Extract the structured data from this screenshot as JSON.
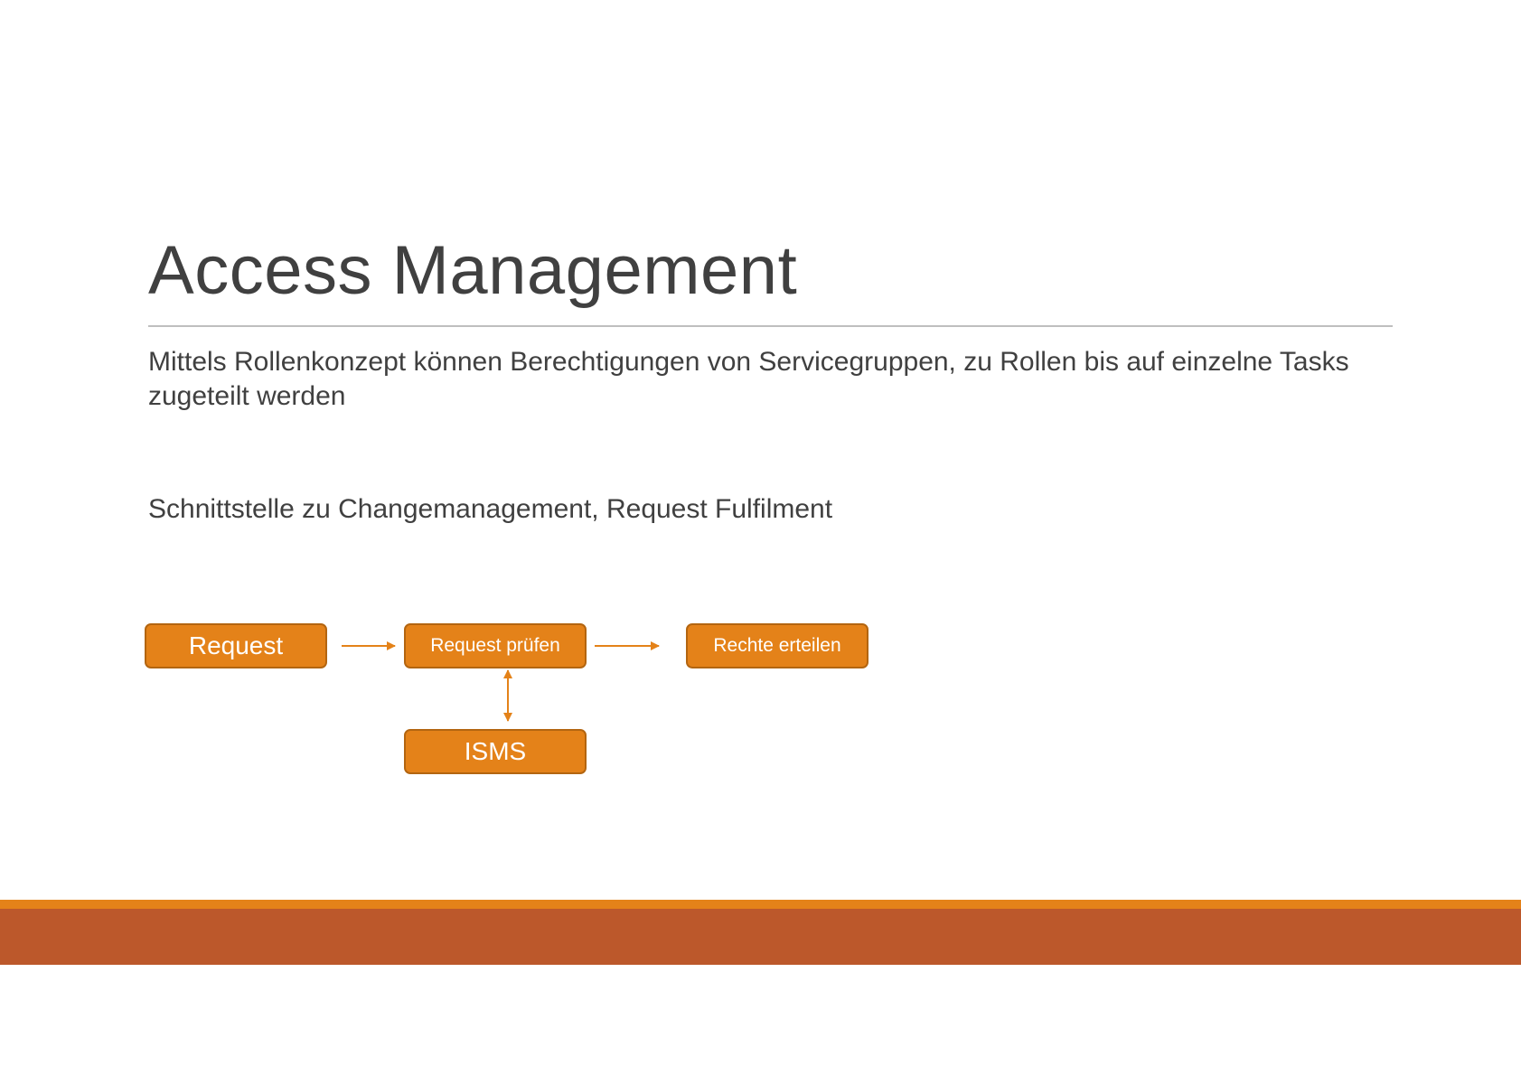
{
  "slide": {
    "title": "Access Management",
    "paragraphs": [
      "Mittels Rollenkonzept können Berechtigungen von Servicegruppen, zu Rollen bis auf einzelne Tasks zugeteilt werden",
      "Schnittstelle zu Changemanagement, Request Fulfilment"
    ]
  },
  "diagram": {
    "nodes": {
      "request": "Request",
      "request_pruefen": "Request prüfen",
      "rechte_erteilen": "Rechte erteilen",
      "isms": "ISMS"
    },
    "edges": [
      {
        "from": "request",
        "to": "request_pruefen",
        "direction": "forward"
      },
      {
        "from": "request_pruefen",
        "to": "rechte_erteilen",
        "direction": "forward"
      },
      {
        "from": "request_pruefen",
        "to": "isms",
        "direction": "bidirectional"
      }
    ]
  },
  "colors": {
    "box_fill": "#e48219",
    "box_border": "#b36510",
    "arrow": "#e48219",
    "band_accent": "#e48219",
    "band_main": "#bc582b",
    "title_rule": "#bfbfbf",
    "text": "#404040"
  }
}
